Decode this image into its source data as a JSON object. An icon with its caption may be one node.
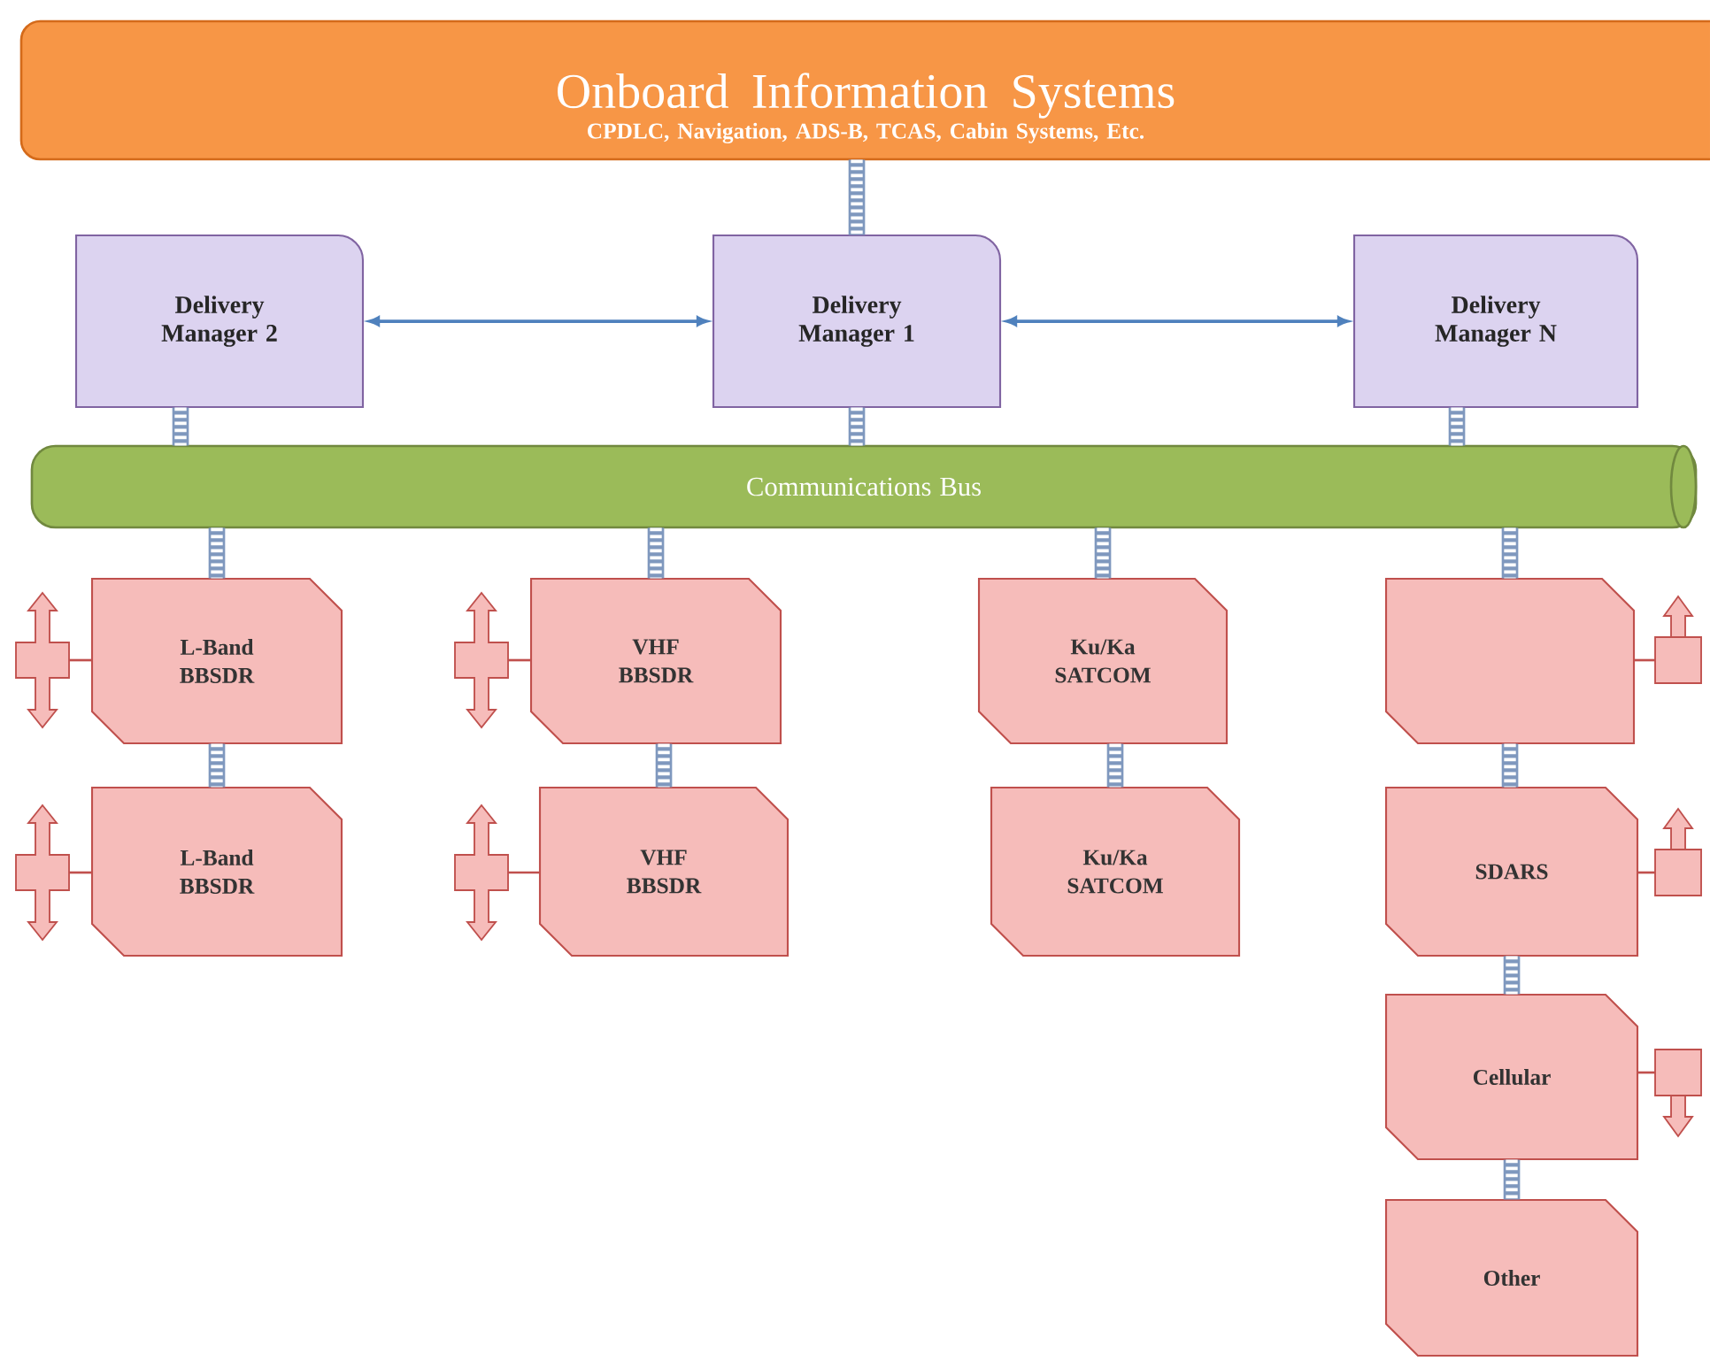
{
  "diagram": {
    "nodes": [
      {
        "text": [
          "Onboard Information Systems",
          "CPDLC, Navigation, ADS-B, TCAS, Cabin Systems, Etc."
        ]
      },
      {
        "text": [
          "Delivery Manager 2"
        ]
      },
      {
        "text": [
          "Delivery Manager 1"
        ]
      },
      {
        "text": [
          "Delivery Manager N"
        ]
      },
      {
        "text": [
          "Communications Bus"
        ]
      },
      {
        "text": [
          "L-Band BBSDR"
        ]
      },
      {
        "text": [
          "VHF BBSDR"
        ]
      },
      {
        "text": [
          "Ku/Ka SATCOM"
        ]
      },
      {
        "text": [],
        "shape": "box"
      },
      {
        "text": [
          "L-Band BBSDR"
        ]
      },
      {
        "text": [
          "VHF BBSDR"
        ]
      },
      {
        "text": [
          "Ku/Ka SATCOM"
        ]
      },
      {
        "text": [
          "SDARS"
        ]
      },
      {
        "text": [
          "Cellular"
        ]
      },
      {
        "text": [
          "Other"
        ]
      }
    ],
    "edges": [
      {
        "from": 0,
        "to": 2,
        "arrow": "none"
      },
      {
        "from": 1,
        "to": 2,
        "arrow": "both",
        "color": "#4f81bd"
      },
      {
        "from": 2,
        "to": 3,
        "arrow": "both",
        "color": "#4f81bd"
      },
      {
        "from": 1,
        "to": 4,
        "arrow": "none"
      },
      {
        "from": 2,
        "to": 4,
        "arrow": "none"
      },
      {
        "from": 3,
        "to": 4,
        "arrow": "none"
      },
      {
        "from": 4,
        "to": 5,
        "arrow": "none"
      },
      {
        "from": 4,
        "to": 6,
        "arrow": "none"
      },
      {
        "from": 4,
        "to": 7,
        "arrow": "none"
      },
      {
        "from": 4,
        "to": 8,
        "arrow": "none"
      },
      {
        "from": 5,
        "to": 9,
        "arrow": "none"
      },
      {
        "from": 6,
        "to": 10,
        "arrow": "none"
      },
      {
        "from": 7,
        "to": 11,
        "arrow": "none"
      },
      {
        "from": 8,
        "to": 12,
        "arrow": "none"
      },
      {
        "from": 12,
        "to": 13,
        "arrow": "none"
      },
      {
        "from": 13,
        "to": 14,
        "arrow": "none"
      }
    ]
  }
}
